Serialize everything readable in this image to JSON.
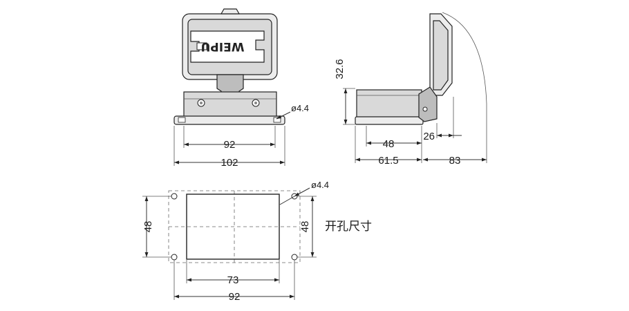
{
  "front_view": {
    "logo_text": "WEIPU",
    "dim_hole_spacing": "92",
    "dim_base_width": "102",
    "dim_hole_dia": "ø4.4"
  },
  "side_view": {
    "dim_height": "32.6",
    "dim_hole_spacing": "48",
    "dim_base_depth": "61.5",
    "dim_lid_offset": "26",
    "dim_total_depth": "83"
  },
  "cutout_view": {
    "dim_hole_dia": "ø4.4",
    "dim_height_left": "48",
    "dim_height_right": "48",
    "dim_cutout_width": "73",
    "dim_hole_spacing": "92",
    "label": "开孔尺寸"
  }
}
